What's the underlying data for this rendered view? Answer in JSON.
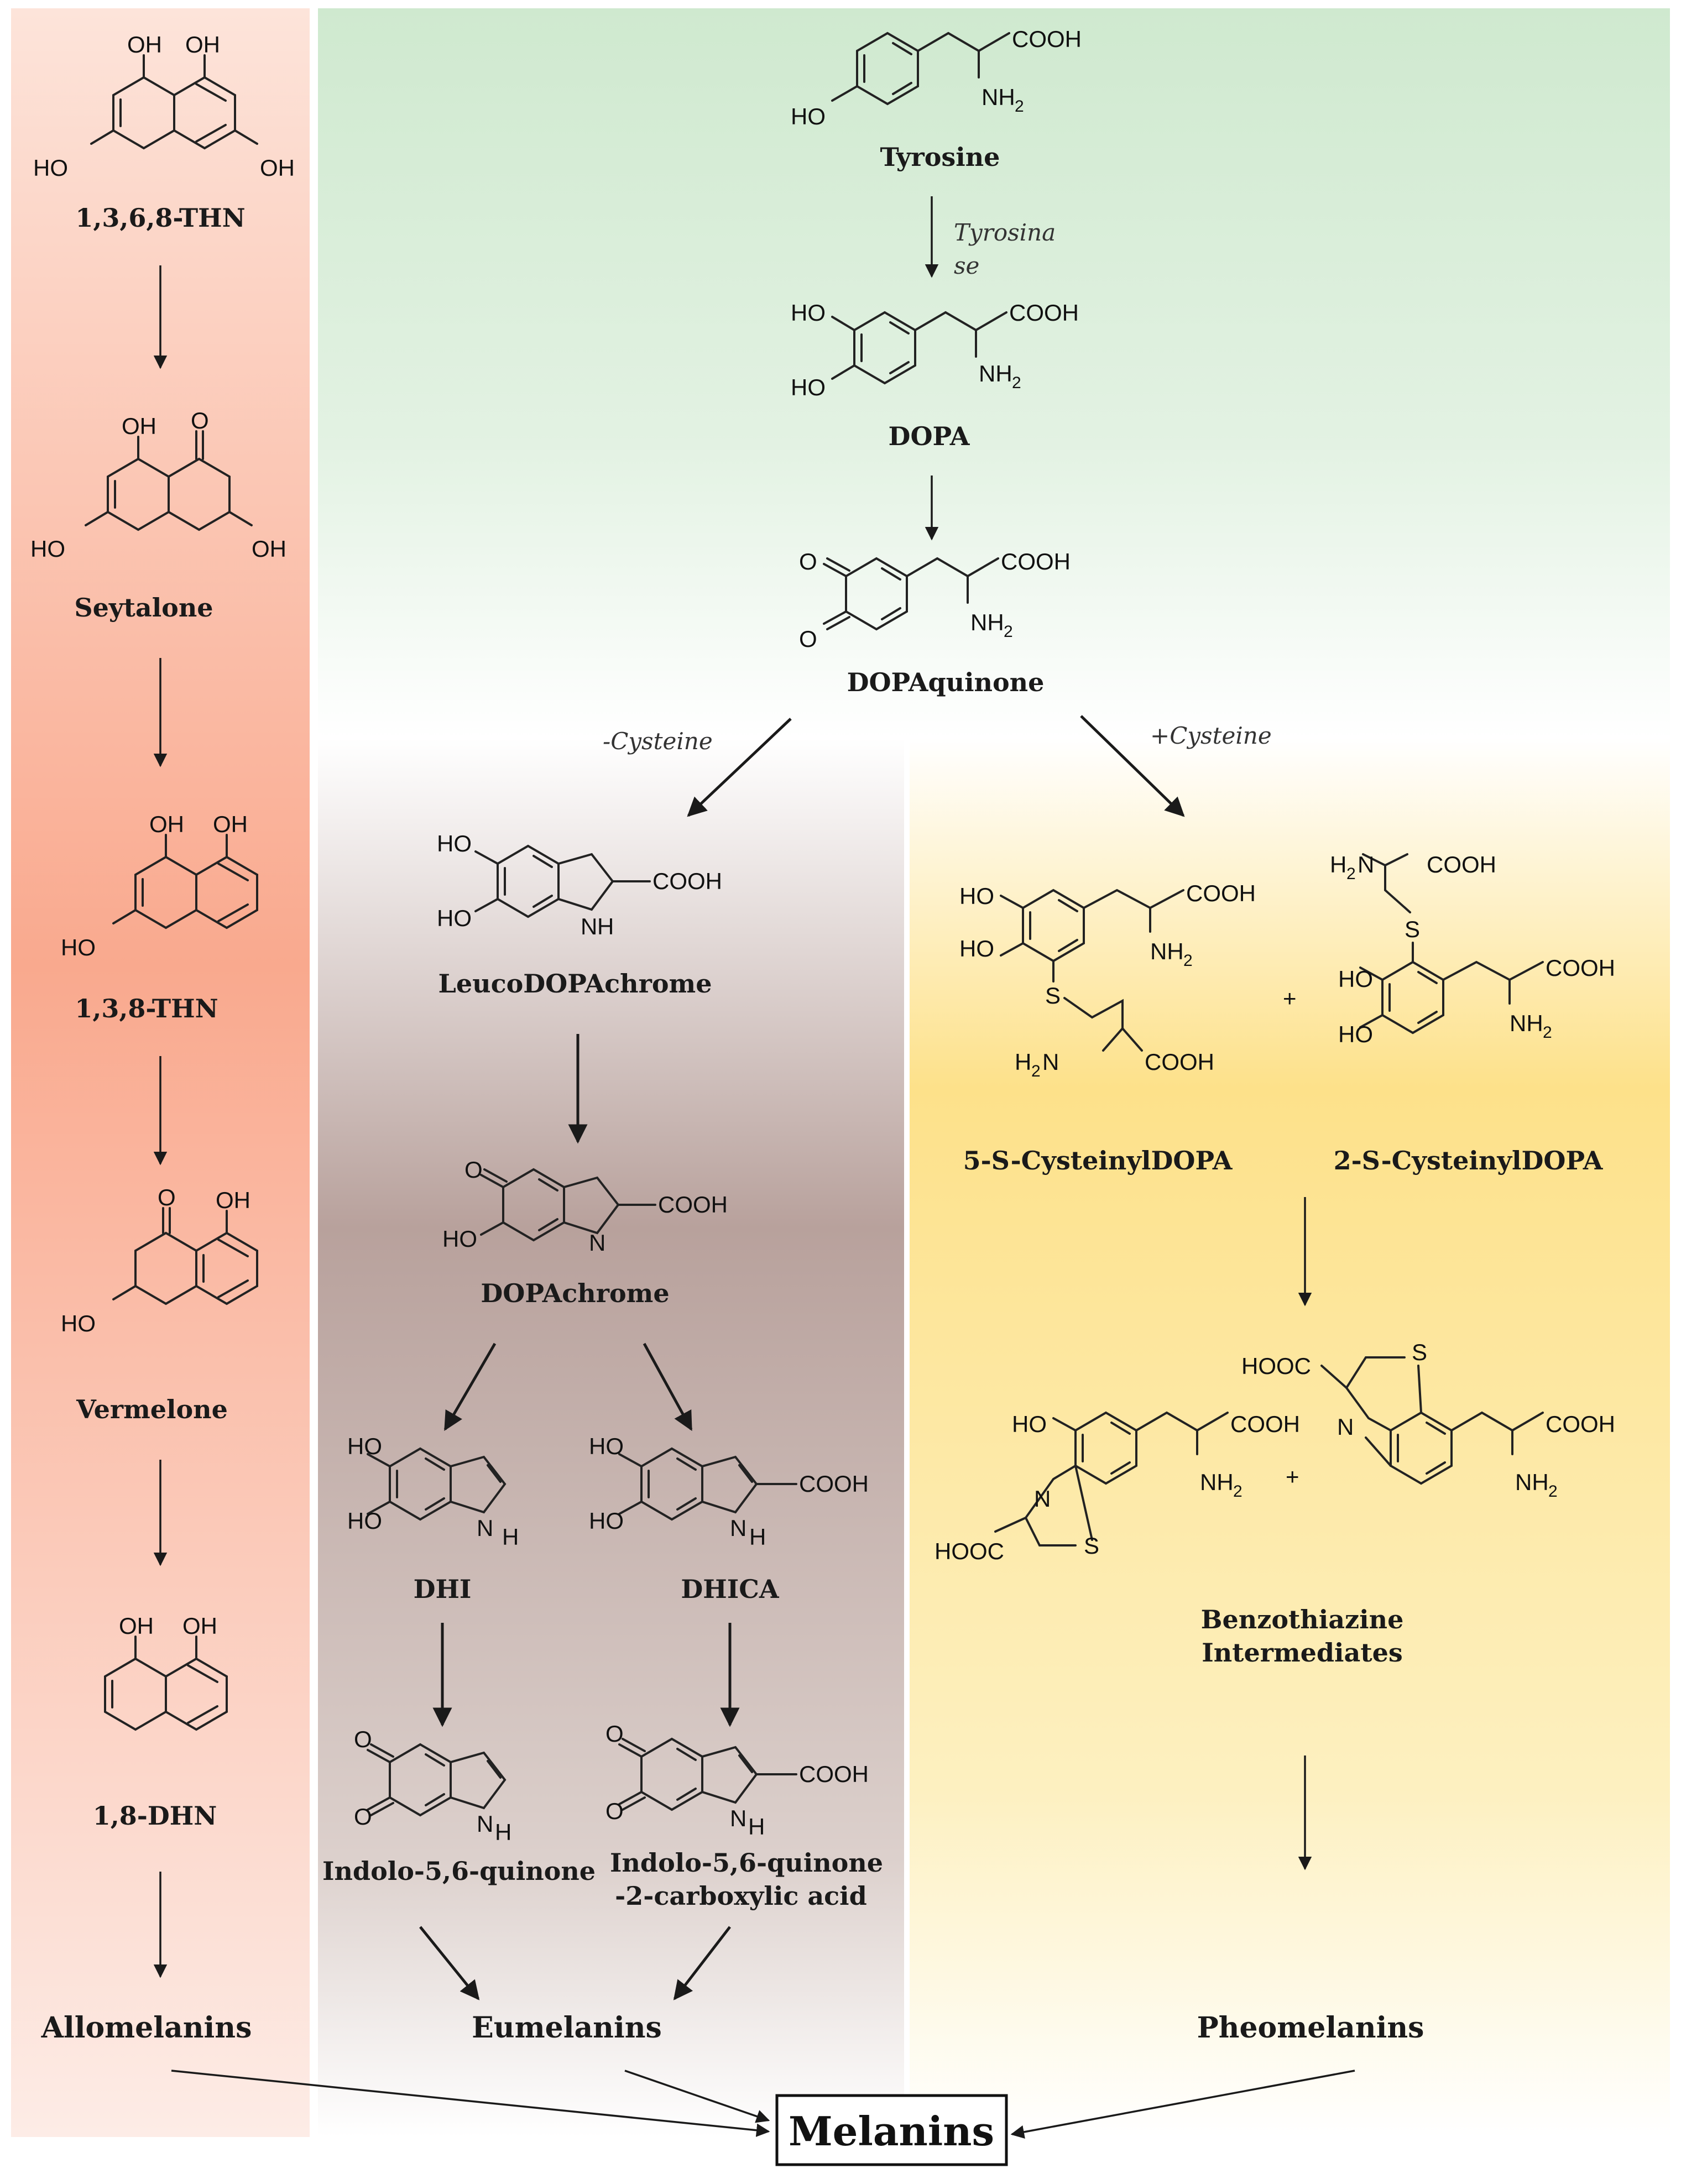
{
  "panels": {
    "dhn_color": "#f9a98e",
    "dopa_color": "#cfe9cf",
    "eu_color": "#b8a19c",
    "pheo_color": "#fde18a"
  },
  "compounds": {
    "thn1368": "1,3,6,8-THN",
    "seytalone": "Seytalone",
    "thn138": "1,3,8-THN",
    "vermelone": "Vermelone",
    "dhn18": "1,8-DHN",
    "tyrosine": "Tyrosine",
    "dopa": "DOPA",
    "dopaquinone": "DOPAquinone",
    "leucodopachrome": "LeucoDOPAchrome",
    "dopachrome": "DOPAchrome",
    "dhi": "DHI",
    "dhica": "DHICA",
    "indolequinone": "Indolo-5,6-quinone",
    "indolequinone_acid_line1": "Indolo-5,6-quinone",
    "indolequinone_acid_line2": "-2-carboxylic acid",
    "cysdopa5": "5-S-CysteinylDOPA",
    "cysdopa2": "2-S-CysteinylDOPA",
    "benzothiazine_line1": "Benzothiazine",
    "benzothiazine_line2": "Intermediates"
  },
  "enzymes": {
    "tyrosinase_line1": "Tyrosina",
    "tyrosinase_line2": "se",
    "minus_cysteine": "-Cysteine",
    "plus_cysteine": "+Cysteine"
  },
  "plus_sign": "+",
  "groups": {
    "allomelanins": "Allomelanins",
    "eumelanins": "Eumelanins",
    "pheomelanins": "Pheomelanins"
  },
  "final": "Melanins",
  "atoms": {
    "oh": "OH",
    "ho": "HO",
    "o": "O",
    "cooh": "COOH",
    "hooc": "HOOC",
    "nh": "NH",
    "nh_sub": "2",
    "h2n": "H",
    "h2n_sub": "2",
    "h2n_n": "N",
    "n": "N",
    "h": "H",
    "s": "S"
  }
}
